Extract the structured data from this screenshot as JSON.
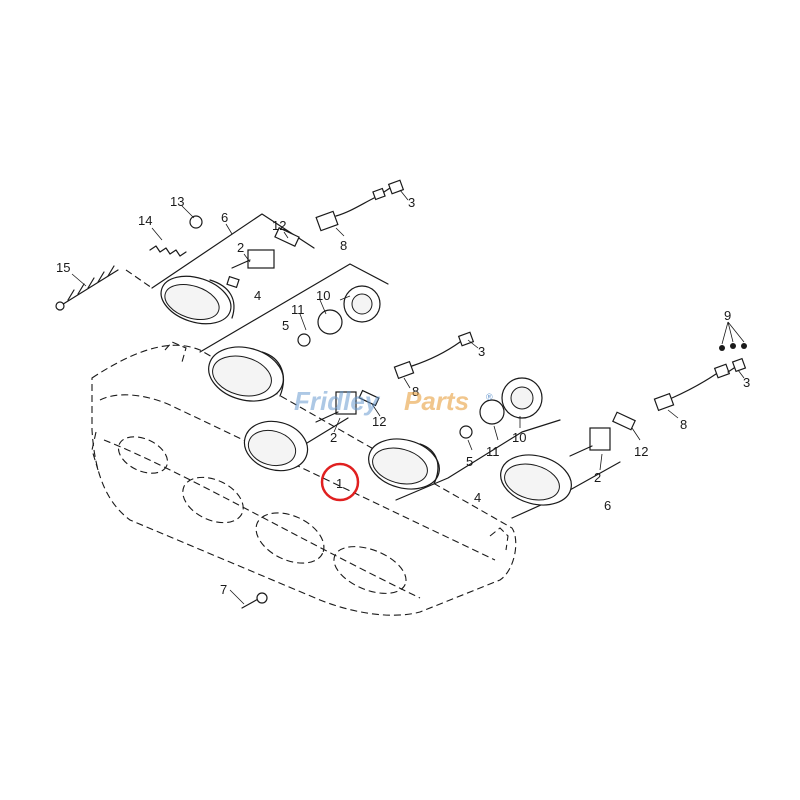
{
  "callouts": {
    "c1": "1",
    "c2a": "2",
    "c2b": "2",
    "c2c": "2",
    "c3a": "3",
    "c3b": "3",
    "c3c": "3",
    "c4a": "4",
    "c4b": "4",
    "c5a": "5",
    "c5b": "5",
    "c6a": "6",
    "c6b": "6",
    "c7": "7",
    "c8a": "8",
    "c8b": "8",
    "c8c": "8",
    "c9": "9",
    "c10a": "10",
    "c10b": "10",
    "c11a": "11",
    "c11b": "11",
    "c12a": "12",
    "c12b": "12",
    "c12c": "12",
    "c13": "13",
    "c14": "14",
    "c15": "15"
  },
  "watermark": {
    "part1": "Fridley",
    "part2": "Parts",
    "reg": "®"
  },
  "highlight": {
    "label": "1",
    "color": "#e02020"
  }
}
